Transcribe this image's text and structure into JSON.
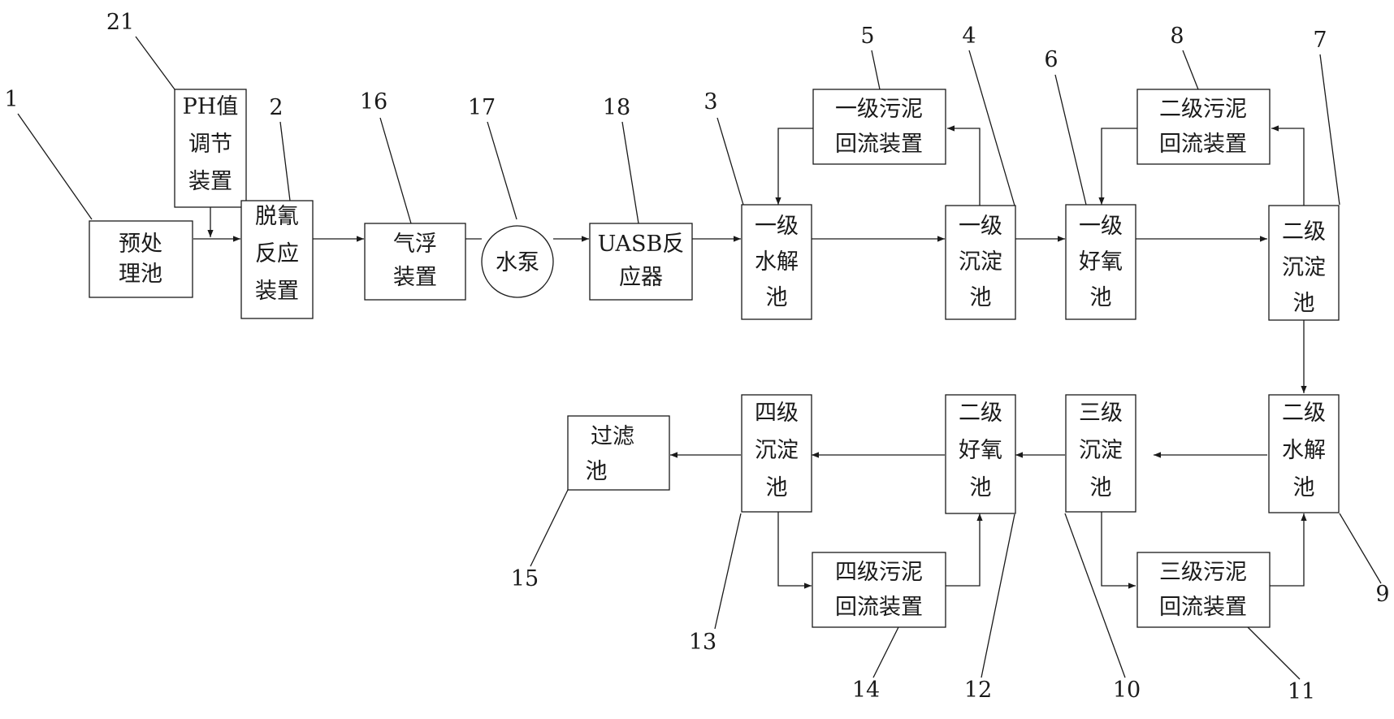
{
  "diagram": {
    "units": [
      {
        "id": "1",
        "lines": [
          "预处",
          "理池"
        ]
      },
      {
        "id": "21",
        "lines": [
          "PH值",
          "调节",
          "装置"
        ]
      },
      {
        "id": "2",
        "lines": [
          "脱氰",
          "反应",
          "装置"
        ]
      },
      {
        "id": "16",
        "lines": [
          "气浮",
          "装置"
        ]
      },
      {
        "id": "17",
        "lines": [
          "水泵"
        ]
      },
      {
        "id": "18",
        "lines": [
          "UASB反",
          "应器"
        ]
      },
      {
        "id": "3",
        "lines": [
          "一级",
          "水解",
          "池"
        ]
      },
      {
        "id": "5",
        "lines": [
          "一级污泥",
          "回流装置"
        ]
      },
      {
        "id": "4",
        "lines": [
          "一级",
          "沉淀",
          "池"
        ]
      },
      {
        "id": "6",
        "lines": [
          "一级",
          "好氧",
          "池"
        ]
      },
      {
        "id": "8",
        "lines": [
          "二级污泥",
          "回流装置"
        ]
      },
      {
        "id": "7",
        "lines": [
          "二级",
          "沉淀",
          "池"
        ]
      },
      {
        "id": "9",
        "lines": [
          "二级",
          "水解",
          "池"
        ]
      },
      {
        "id": "10",
        "lines": [
          "三级",
          "沉淀",
          "池"
        ]
      },
      {
        "id": "11",
        "lines": [
          "三级污泥",
          "回流装置"
        ]
      },
      {
        "id": "12",
        "lines": [
          "二级",
          "好氧",
          "池"
        ]
      },
      {
        "id": "13",
        "lines": [
          "四级",
          "沉淀",
          "池"
        ]
      },
      {
        "id": "14",
        "lines": [
          "四级污泥",
          "回流装置"
        ]
      },
      {
        "id": "15",
        "lines": [
          "过滤",
          "池"
        ]
      }
    ]
  }
}
